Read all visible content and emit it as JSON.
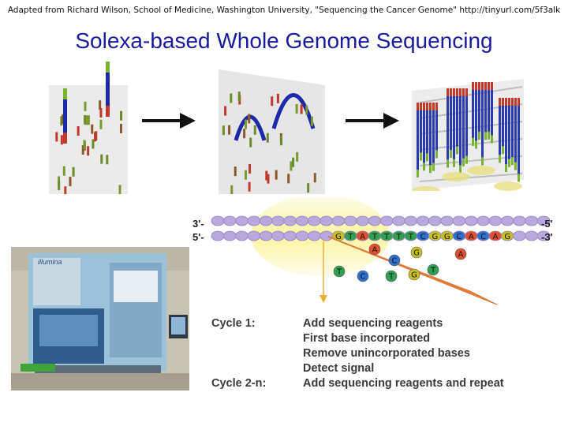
{
  "credit": "Adapted from Richard Wilson, School of Medicine, Washington University, \"Sequencing the Cancer Genome\" http://tinyurl.com/5f3alk",
  "title": "Solexa-based Whole Genome Sequencing",
  "strands": {
    "top_label": "3'-",
    "top_end": "-5'",
    "bottom_label": "5'-",
    "bottom_end": "-3'",
    "bottom_bases": [
      "G",
      "T",
      "A",
      "T",
      "T",
      "T",
      "T",
      "C",
      "G",
      "G",
      "C",
      "A",
      "C",
      "A",
      "G"
    ]
  },
  "floating_bases": [
    {
      "letter": "A",
      "color": "#e05030"
    },
    {
      "letter": "C",
      "color": "#3070c8"
    },
    {
      "letter": "G",
      "color": "#c8c020"
    },
    {
      "letter": "A",
      "color": "#e05030"
    },
    {
      "letter": "T",
      "color": "#30a050"
    },
    {
      "letter": "C",
      "color": "#3070c8"
    },
    {
      "letter": "T",
      "color": "#30a050"
    },
    {
      "letter": "G",
      "color": "#c8c020"
    },
    {
      "letter": "T",
      "color": "#30a050"
    }
  ],
  "cycles": [
    {
      "label": "Cycle 1:",
      "text": "Add sequencing reagents"
    },
    {
      "label": "",
      "text": "First base incorporated"
    },
    {
      "label": "",
      "text": "Remove unincorporated bases"
    },
    {
      "label": "",
      "text": "Detect signal"
    },
    {
      "label": "Cycle 2-n:",
      "text": "Add sequencing reagents and repeat"
    }
  ],
  "machine": {
    "brand": "illumina"
  },
  "colors": {
    "title": "#1a1a9e",
    "bead": "#b8a8dc",
    "highlight": "#fbf3a0"
  }
}
